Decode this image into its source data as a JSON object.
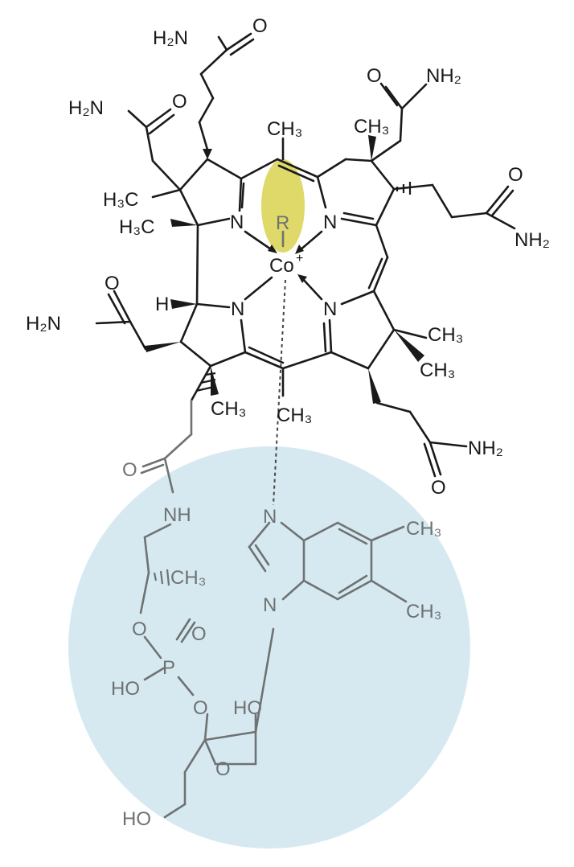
{
  "colors": {
    "nucleotide_circle": "#d6e9f1",
    "ligand_highlight": "#dfd96a",
    "core_structure": "#1a1a1a",
    "nucleotide_structure": "#6f7272"
  },
  "labels": {
    "h2n_top": "H₂N",
    "o_top": "O",
    "h2n_upper_left": "H₂N",
    "o_upper_left": "O",
    "o_upper_right": "O",
    "nh2_upper_right": "NH₂",
    "ch3_top": "CH₃",
    "ch3_upper_right": "CH₃",
    "o_right": "O",
    "nh2_right": "NH₂",
    "h3c_a": "H₃C",
    "h3c_b": "H₃C",
    "n_a": "N",
    "n_b": "N",
    "n_c": "N",
    "n_d": "N",
    "r_ligand": "R",
    "cobalt": "Co",
    "cobalt_charge": "+",
    "h_atom": "H",
    "o_left": "O",
    "h2n_left": "H₂N",
    "ch3_ring_right_a": "CH₃",
    "ch3_ring_right_b": "CH₃",
    "ch3_bottom_left": "CH₃",
    "ch3_bottom_center": "CH₃",
    "nh2_lower_right": "NH₂",
    "o_lower_right": "O",
    "o_amide": "O",
    "nh_amide": "NH",
    "ch3_propanol": "CH₃",
    "n_benz_top": "N",
    "n_benz_bottom": "N",
    "ch3_benz_a": "CH₃",
    "ch3_benz_b": "CH₃",
    "o_phos_ester": "O",
    "p_atom": "P",
    "o_phos_double": "O",
    "ho_phos": "HO",
    "o_phos_sugar": "O",
    "ho_sugar": "HO",
    "o_ring": "O",
    "ho_ch2": "HO"
  }
}
